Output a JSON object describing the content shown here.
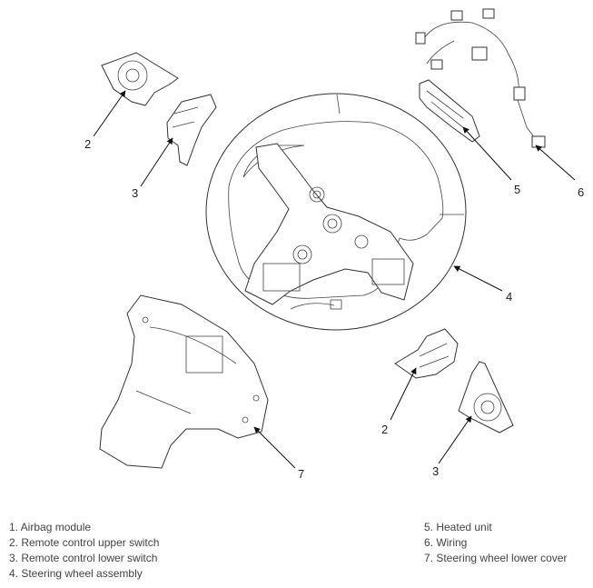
{
  "callouts": {
    "upper_switch_left": "2",
    "lower_switch_left": "3",
    "heated_unit": "5",
    "wiring": "6",
    "steering_wheel_assembly": "4",
    "upper_switch_right": "2",
    "lower_switch_right": "3",
    "lower_cover": "7"
  },
  "legend": {
    "left": [
      "1. Airbag module",
      "2. Remote control upper switch",
      "3. Remote control lower switch",
      "4. Steering wheel assembly"
    ],
    "right": [
      "5. Heated unit",
      "6. Wiring",
      "7. Steering wheel lower cover"
    ]
  }
}
